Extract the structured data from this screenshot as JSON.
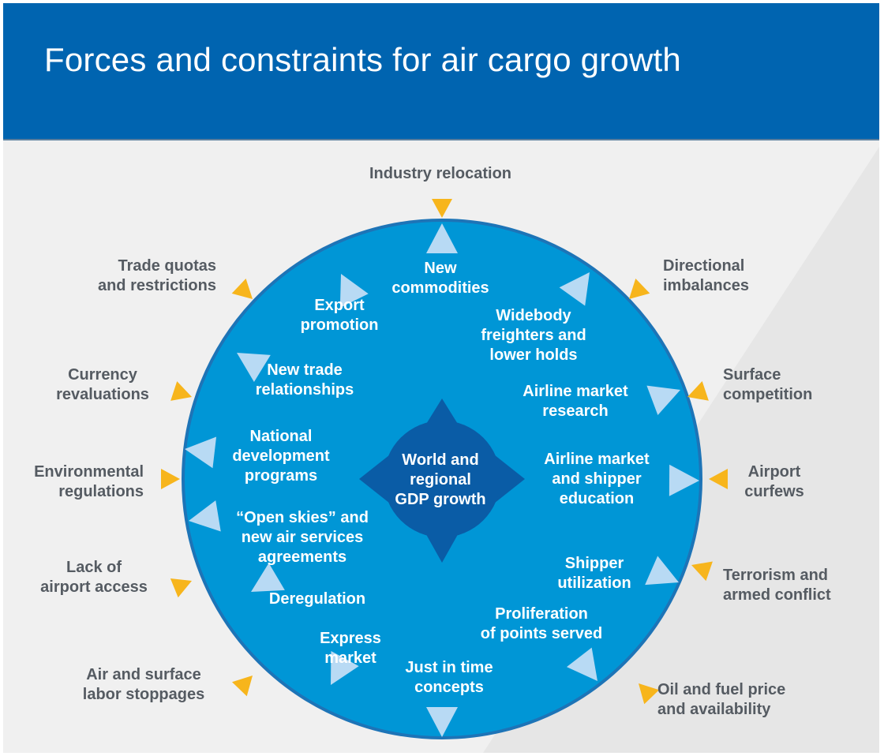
{
  "title": "Forces and constraints for air cargo growth",
  "colors": {
    "header_blue": "#0064b0",
    "circle_blue": "#0096d6",
    "circle_ring": "#1a74b8",
    "core_blue": "#0a5ca6",
    "constraint_arrow": "#f7b51c",
    "force_arrow": "#b8daf4",
    "background_grey": "#f0f0f0",
    "background_shade": "#e4e4e4",
    "outer_text": "#555b62",
    "inner_text": "#ffffff"
  },
  "center": {
    "label": "World and\nregional\nGDP growth"
  },
  "constraints": [
    "Industry relocation",
    "Directional\nimbalances",
    "Surface\ncompetition",
    "Airport\ncurfews",
    "Terrorism and\narmed conflict",
    "Oil and fuel price\nand availability",
    "Air and surface\nlabor stoppages",
    "Lack of\nairport access",
    "Environmental\nregulations",
    "Currency\nrevaluations",
    "Trade quotas\nand restrictions"
  ],
  "forces": [
    "New\ncommodities",
    "Widebody\nfreighters and\nlower holds",
    "Airline market\nresearch",
    "Airline market\nand shipper\neducation",
    "Shipper\nutilization",
    "Proliferation\nof points served",
    "Just in time\nconcepts",
    "Express\nmarket",
    "Deregulation",
    "“Open skies” and\nnew air services\nagreements",
    "National\ndevelopment\nprograms",
    "New trade\nrelationships",
    "Export\npromotion"
  ]
}
